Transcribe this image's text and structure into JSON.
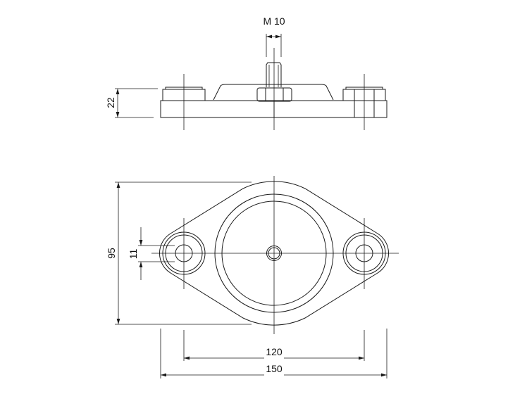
{
  "drawing": {
    "line_color": "#1a1a1a",
    "side_view": {
      "thread_label": "M 10",
      "height_label": "22"
    },
    "top_view": {
      "height_label": "95",
      "hole_diameter_label": "11",
      "hole_spacing_label": "120",
      "overall_length_label": "150"
    }
  }
}
